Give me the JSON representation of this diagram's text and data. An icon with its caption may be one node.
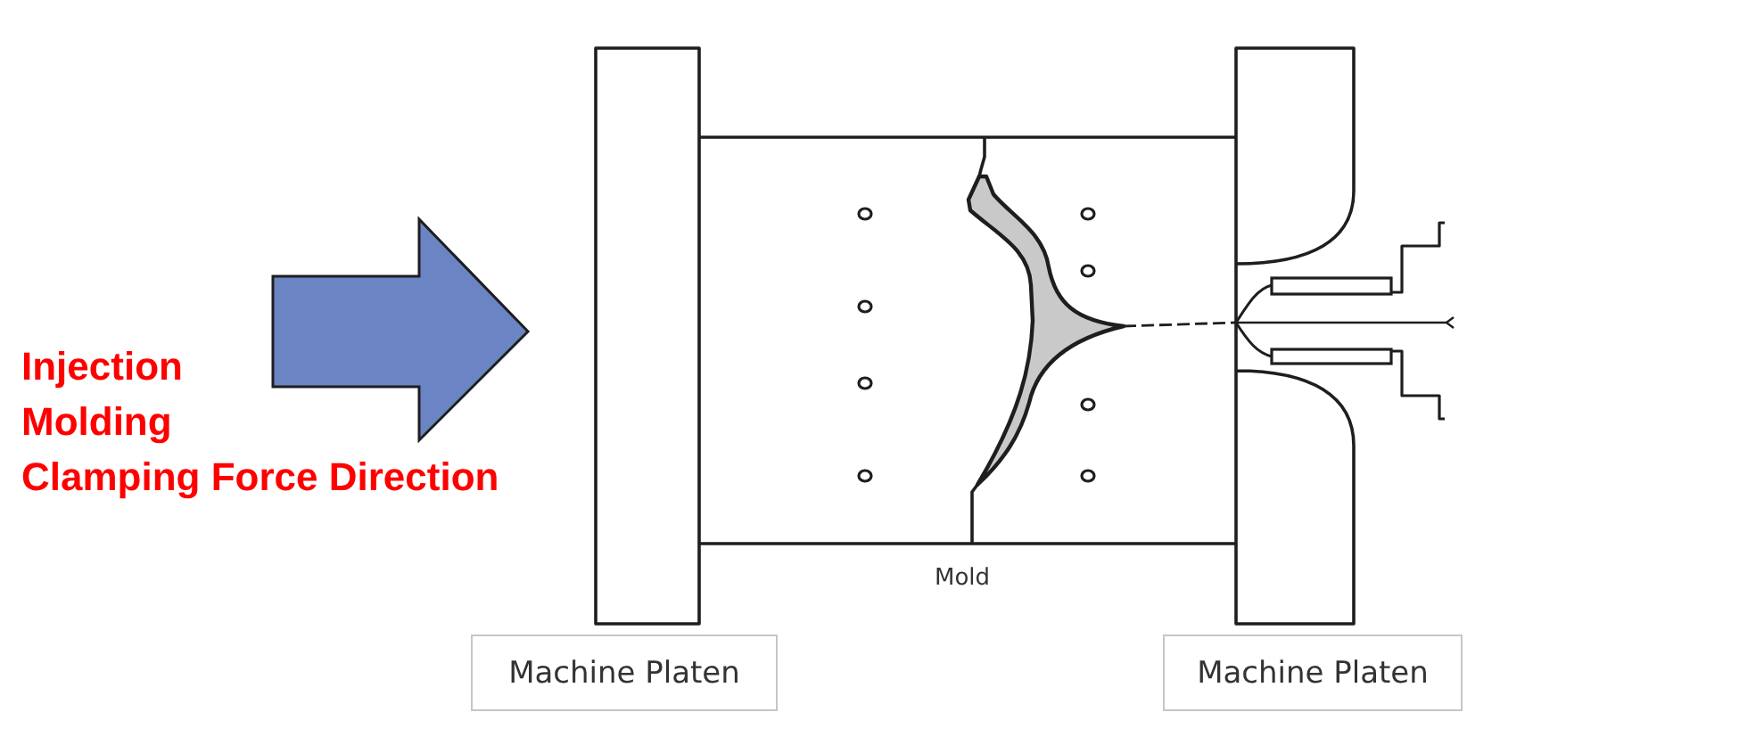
{
  "diagram": {
    "nodes": [
      {
        "text": [
          "Machine Platen"
        ]
      },
      {
        "text": [
          "Machine Platen"
        ]
      }
    ],
    "labels": [
      "Injection Molding Clamping Force Direction",
      "Mold"
    ]
  }
}
